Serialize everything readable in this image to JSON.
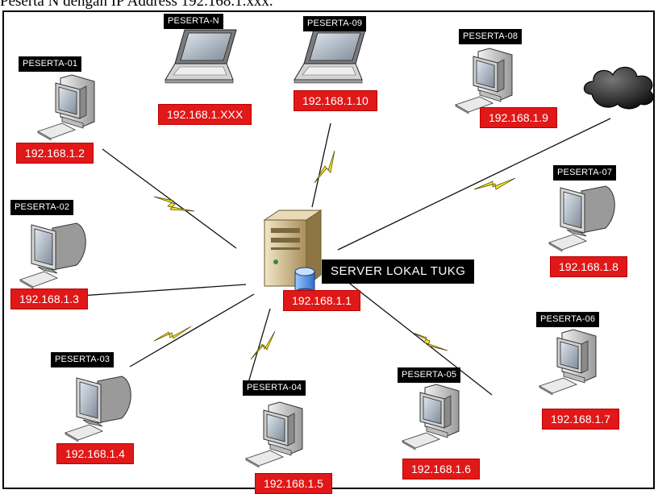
{
  "caption": "Peserta N dengan IP Address 192.168.1.xxx.",
  "server": {
    "label": "SERVER LOKAL TUKG",
    "ip": "192.168.1.1"
  },
  "nodes": [
    {
      "label": "PESERTA-01",
      "ip": "192.168.1.2",
      "device": "desktop"
    },
    {
      "label": "PESERTA-02",
      "ip": "192.168.1.3",
      "device": "crt-monitor"
    },
    {
      "label": "PESERTA-03",
      "ip": "192.168.1.4",
      "device": "crt-monitor"
    },
    {
      "label": "PESERTA-04",
      "ip": "192.168.1.5",
      "device": "desktop"
    },
    {
      "label": "PESERTA-05",
      "ip": "192.168.1.6",
      "device": "desktop"
    },
    {
      "label": "PESERTA-06",
      "ip": "192.168.1.7",
      "device": "desktop"
    },
    {
      "label": "PESERTA-07",
      "ip": "192.168.1.8",
      "device": "crt-monitor"
    },
    {
      "label": "PESERTA-08",
      "ip": "192.168.1.9",
      "device": "desktop"
    },
    {
      "label": "PESERTA-09",
      "ip": "192.168.1.10",
      "device": "laptop"
    },
    {
      "label": "PESERTA-N",
      "ip": "192.168.1.XXX",
      "device": "laptop"
    }
  ],
  "internet": {
    "icon": "cloud-icon"
  },
  "colors": {
    "ip_bg": "#e01818",
    "label_bg": "#000000",
    "link": "#e8d81a"
  }
}
